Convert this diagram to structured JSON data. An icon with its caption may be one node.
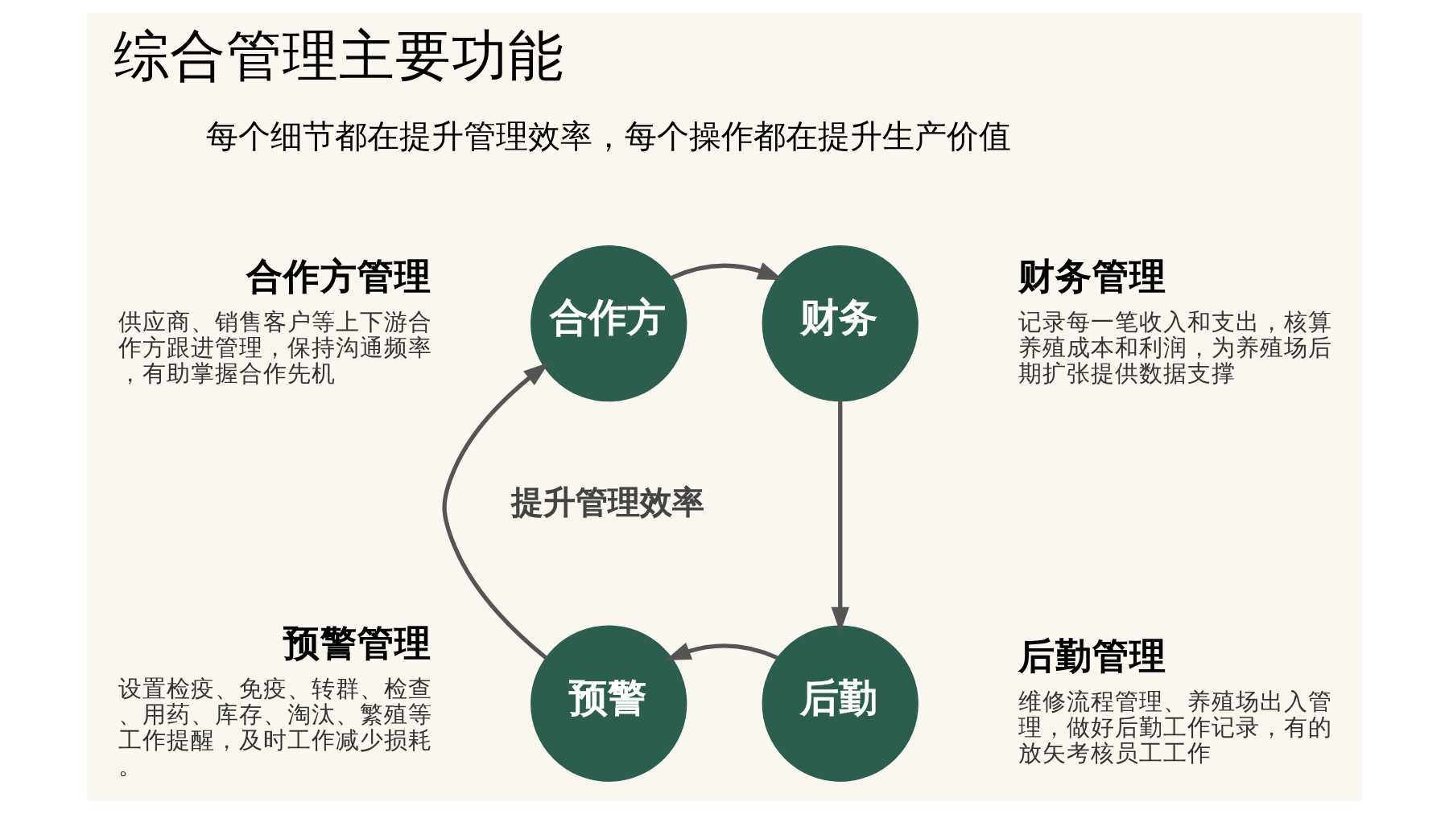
{
  "diagram": {
    "title": "综合管理主要功能",
    "nodes": [
      {
        "text": [
          "合作方"
        ],
        "beside": [
          "合作方管理",
          "供应商、销售客户等上下游合作方跟进管理，保持沟通频率，有助掌握合作先机"
        ]
      },
      {
        "text": [
          "财务"
        ],
        "beside": [
          "财务管理",
          "记录每一笔收入和支出，核算养殖成本和利润，为养殖场后期扩张提供数据支撑"
        ]
      },
      {
        "text": [
          "后勤"
        ],
        "beside": [
          "后勤管理",
          "维修流程管理、养殖场出入管理，做好后勤工作记录，有的放矢考核员工工作"
        ]
      },
      {
        "text": [
          "预警"
        ],
        "beside": [
          "预警管理",
          "设置检疫、免疫、转群、检查、用药、库存、淘汰、繁殖等工作提醒，及时工作减少损耗。"
        ]
      }
    ],
    "edges": [
      {
        "from": 0,
        "to": 1,
        "arrow": "to"
      },
      {
        "from": 1,
        "to": 2,
        "arrow": "to"
      },
      {
        "from": 2,
        "to": 3,
        "arrow": "to"
      },
      {
        "from": 3,
        "to": 0,
        "arrow": "to"
      }
    ],
    "labels": [
      "每个细节都在提升管理效率，每个操作都在提升生产价值",
      "提升管理效率"
    ]
  }
}
